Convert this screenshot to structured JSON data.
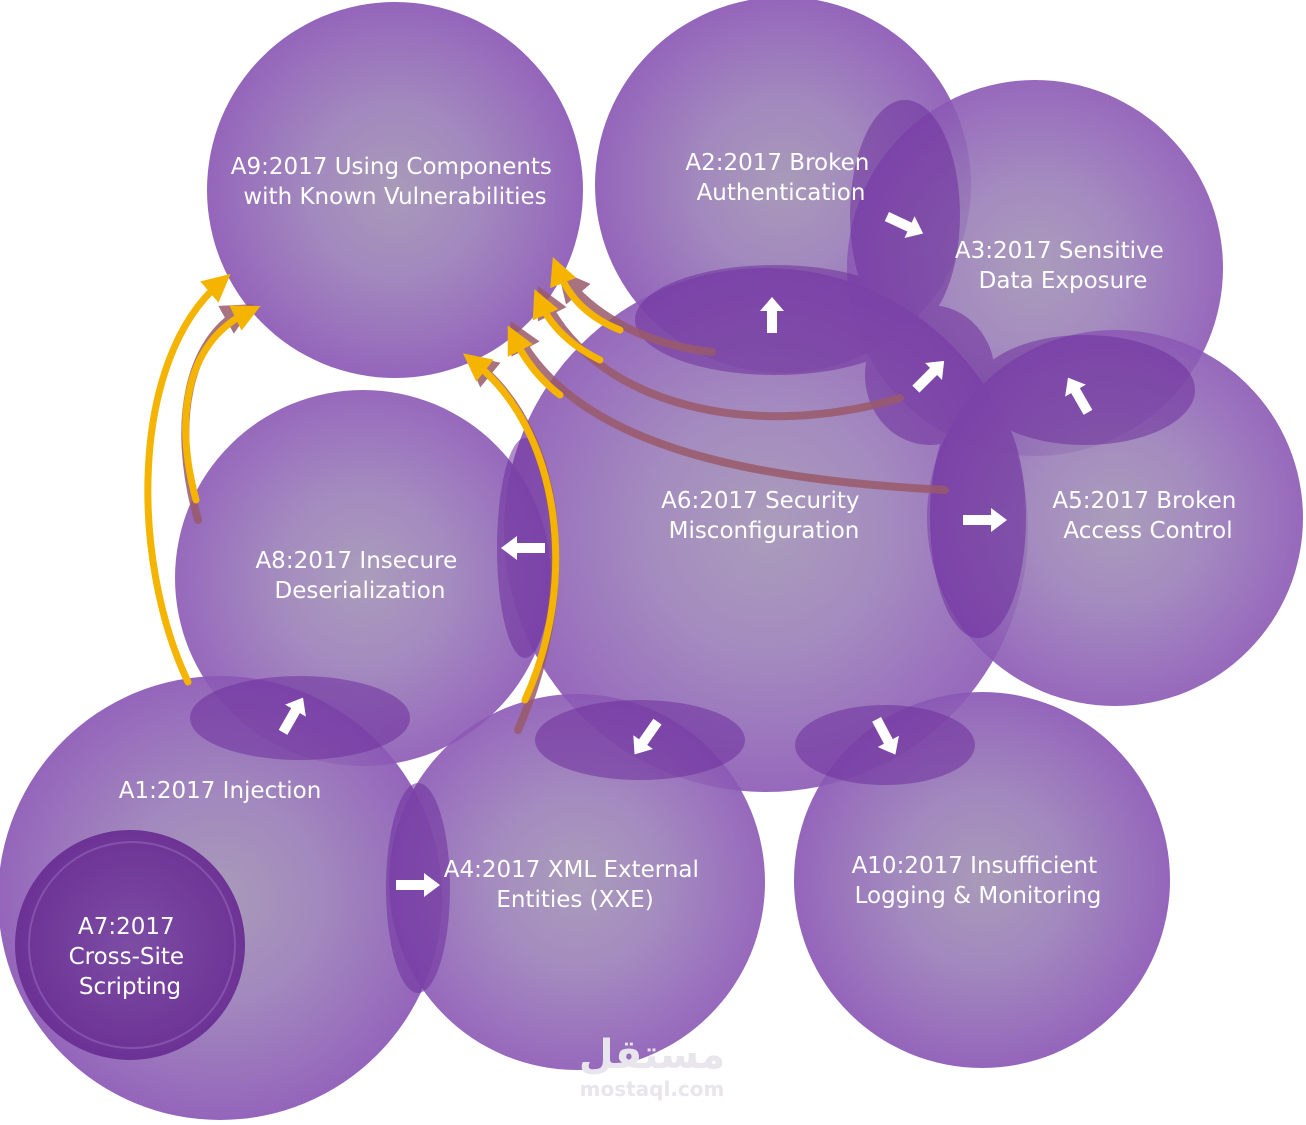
{
  "colors": {
    "node_fill": "#8e5cb6",
    "node_inner_glow": "#a08fb4",
    "node_rim": "#7a3fa8",
    "overlap": "#6e2f9c",
    "a7_fill": "#6b2f94",
    "yellow_arrow": "#f4b400",
    "brown_arrow": "#9a5a6a",
    "white_arrow": "#ffffff",
    "watermark": "#e9e5ec"
  },
  "nodes": [
    {
      "id": "a9",
      "lines": [
        "A9:2017 Using Components",
        "with Known Vulnerabilities"
      ]
    },
    {
      "id": "a2",
      "lines": [
        "A2:2017 Broken",
        "Authentication"
      ]
    },
    {
      "id": "a3",
      "lines": [
        "A3:2017 Sensitive",
        "Data Exposure"
      ]
    },
    {
      "id": "a6",
      "lines": [
        "A6:2017 Security",
        "Misconfiguration"
      ]
    },
    {
      "id": "a5",
      "lines": [
        "A5:2017 Broken",
        "Access Control"
      ]
    },
    {
      "id": "a8",
      "lines": [
        "A8:2017 Insecure",
        "Deserialization"
      ]
    },
    {
      "id": "a1",
      "lines": [
        "A1:2017 Injection"
      ]
    },
    {
      "id": "a4",
      "lines": [
        "A4:2017 XML External",
        "Entities (XXE)"
      ]
    },
    {
      "id": "a10",
      "lines": [
        "A10:2017 Insufficient",
        "Logging & Monitoring"
      ]
    },
    {
      "id": "a7",
      "lines": [
        "A7:2017",
        "Cross-Site",
        "Scripting"
      ]
    }
  ],
  "watermark": {
    "arabic": "مستقل",
    "latin": "mostaql.com"
  }
}
